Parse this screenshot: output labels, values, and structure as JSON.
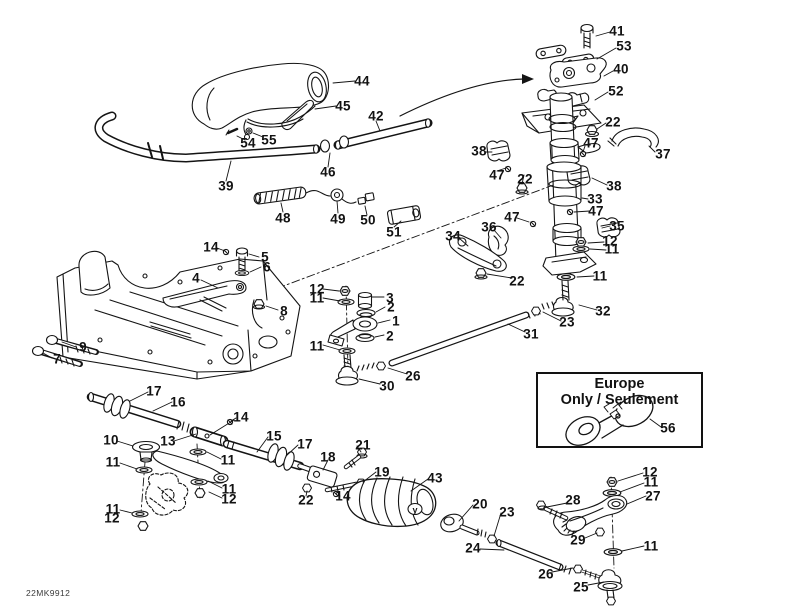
{
  "meta": {
    "drawing_code": "22MK9912"
  },
  "europe_box": {
    "line1": "Europe",
    "line2": "Only / Seulement"
  },
  "boot_logo": "y",
  "callouts": [
    {
      "label": "41"
    },
    {
      "label": "53"
    },
    {
      "label": "40"
    },
    {
      "label": "44"
    },
    {
      "label": "52"
    },
    {
      "label": "45"
    },
    {
      "label": "42"
    },
    {
      "label": "22"
    },
    {
      "label": "55"
    },
    {
      "label": "54"
    },
    {
      "label": "47"
    },
    {
      "label": "38"
    },
    {
      "label": "37"
    },
    {
      "label": "46"
    },
    {
      "label": "47"
    },
    {
      "label": "22"
    },
    {
      "label": "39"
    },
    {
      "label": "38"
    },
    {
      "label": "33"
    },
    {
      "label": "47"
    },
    {
      "label": "47"
    },
    {
      "label": "48"
    },
    {
      "label": "49"
    },
    {
      "label": "50"
    },
    {
      "label": "35"
    },
    {
      "label": "36"
    },
    {
      "label": "51"
    },
    {
      "label": "34"
    },
    {
      "label": "12"
    },
    {
      "label": "14"
    },
    {
      "label": "11"
    },
    {
      "label": "5"
    },
    {
      "label": "6"
    },
    {
      "label": "11"
    },
    {
      "label": "4"
    },
    {
      "label": "22"
    },
    {
      "label": "12"
    },
    {
      "label": "11"
    },
    {
      "label": "3"
    },
    {
      "label": "2"
    },
    {
      "label": "8"
    },
    {
      "label": "32"
    },
    {
      "label": "1"
    },
    {
      "label": "23"
    },
    {
      "label": "31"
    },
    {
      "label": "2"
    },
    {
      "label": "11"
    },
    {
      "label": "9"
    },
    {
      "label": "7"
    },
    {
      "label": "26"
    },
    {
      "label": "30"
    },
    {
      "label": "17"
    },
    {
      "label": "16"
    },
    {
      "label": "14"
    },
    {
      "label": "15"
    },
    {
      "label": "10"
    },
    {
      "label": "13"
    },
    {
      "label": "17"
    },
    {
      "label": "21"
    },
    {
      "label": "18"
    },
    {
      "label": "11"
    },
    {
      "label": "11"
    },
    {
      "label": "19"
    },
    {
      "label": "12"
    },
    {
      "label": "43"
    },
    {
      "label": "11"
    },
    {
      "label": "11"
    },
    {
      "label": "27"
    },
    {
      "label": "14"
    },
    {
      "label": "12"
    },
    {
      "label": "22"
    },
    {
      "label": "28"
    },
    {
      "label": "20"
    },
    {
      "label": "11"
    },
    {
      "label": "23"
    },
    {
      "label": "12"
    },
    {
      "label": "29"
    },
    {
      "label": "11"
    },
    {
      "label": "24"
    },
    {
      "label": "26"
    },
    {
      "label": "25"
    },
    {
      "label": "56"
    }
  ]
}
